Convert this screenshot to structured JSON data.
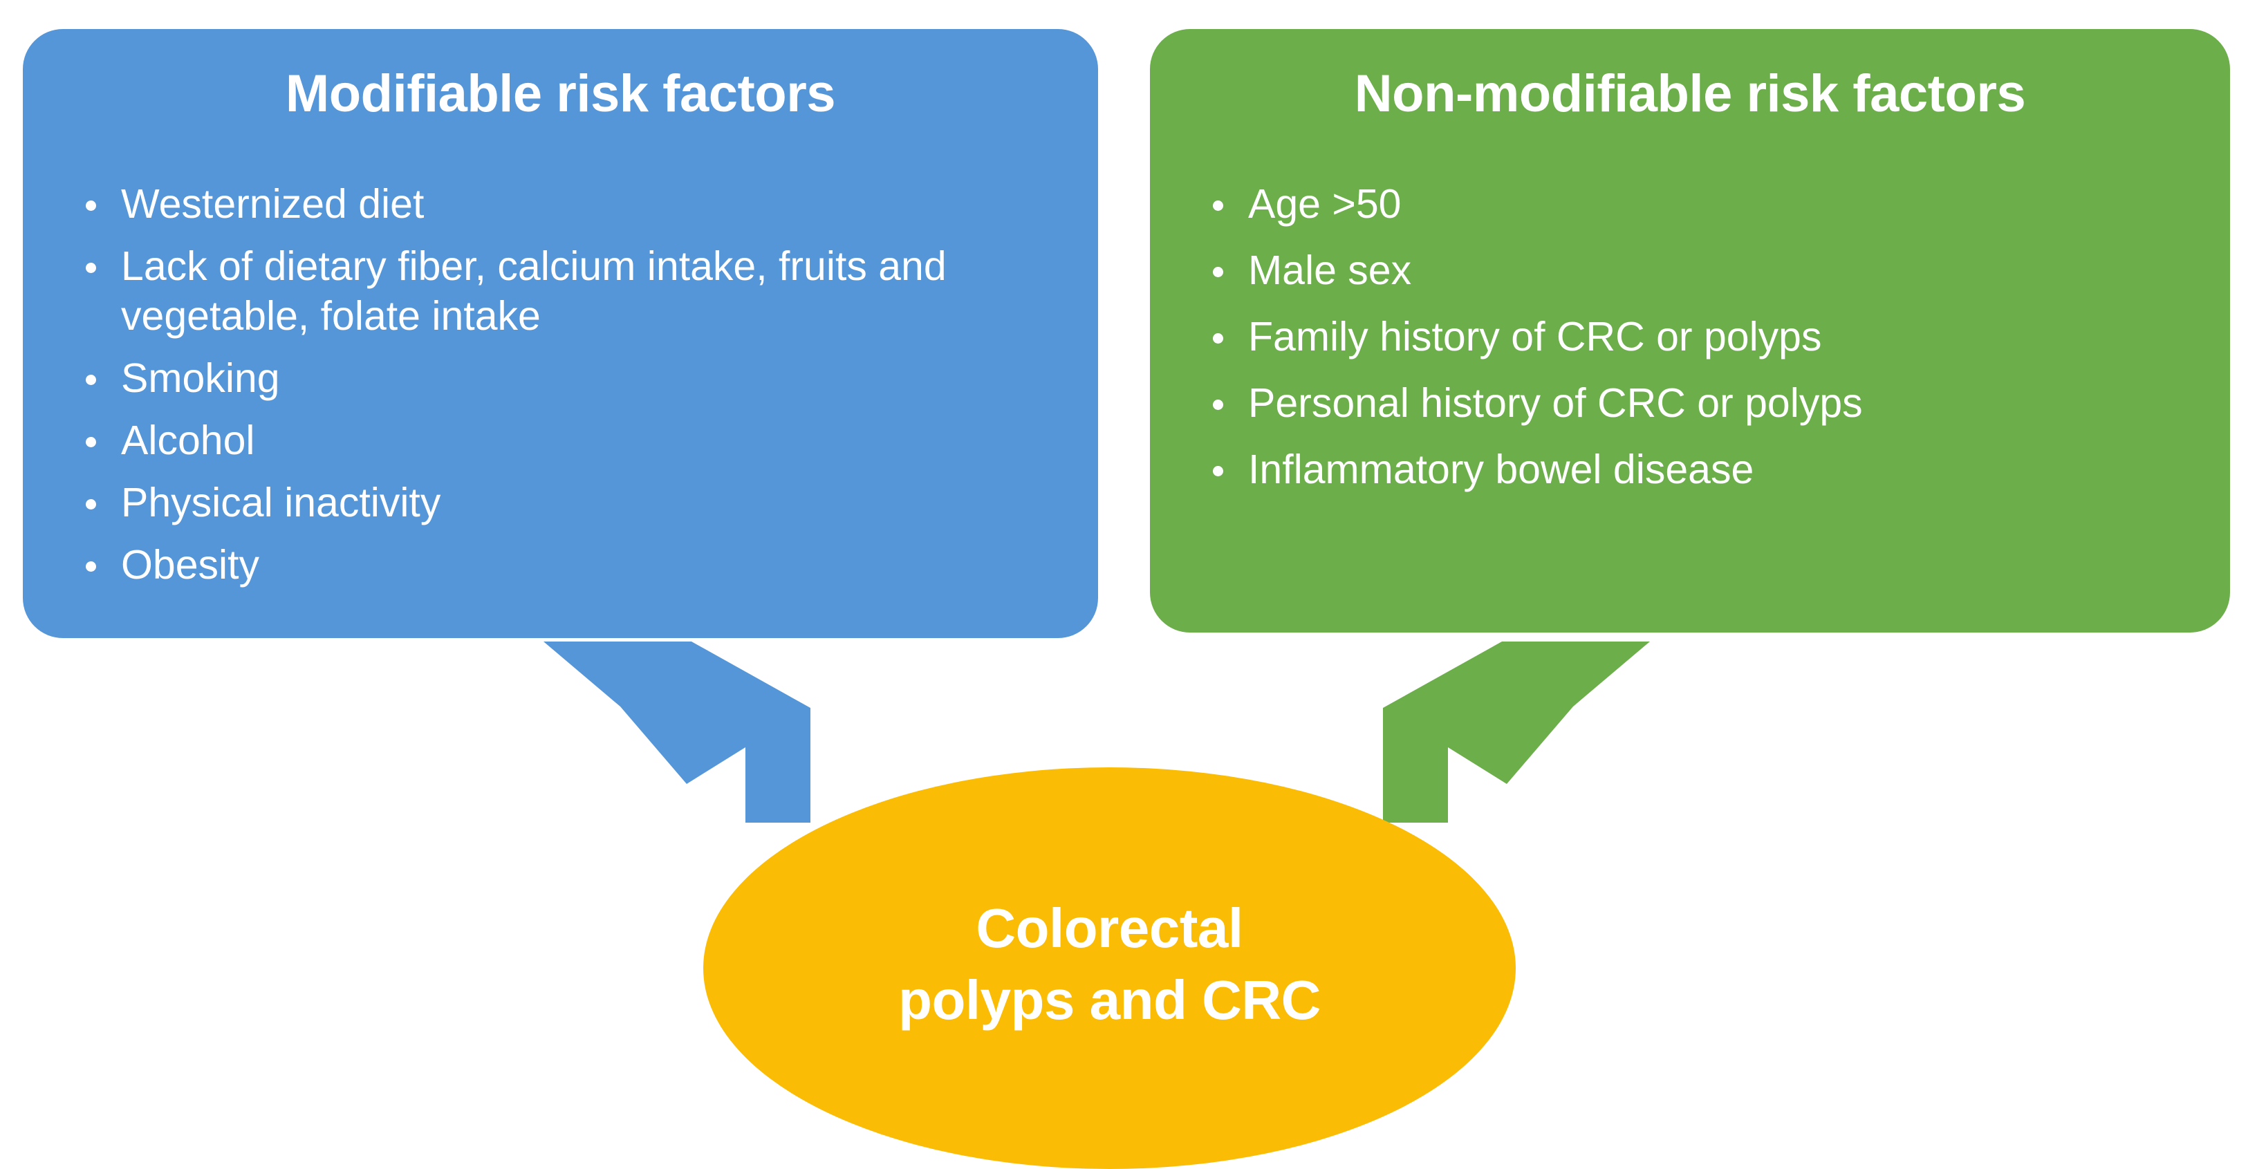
{
  "diagram": {
    "colors": {
      "modifiable_panel": "#5596D8",
      "nonmodifiable_panel": "#6CAE4A",
      "outcome_ellipse": "#FBBC05",
      "text": "#FFFFFF",
      "background": "#FFFFFF"
    },
    "panels": [
      {
        "id": "modifiable",
        "title": "Modifiable risk factors",
        "color": "#5596D8",
        "bullets": [
          "Westernized diet",
          "Lack of dietary fiber, calcium intake, fruits and vegetable, folate intake",
          "Smoking",
          "Alcohol",
          "Physical inactivity",
          "Obesity"
        ]
      },
      {
        "id": "nonmodifiable",
        "title": "Non-modifiable risk factors",
        "color": "#6CAE4A",
        "bullets": [
          "Age >50",
          "Male sex",
          "Family history of CRC or polyps",
          "Personal history of CRC or polyps",
          "Inflammatory bowel disease"
        ]
      }
    ],
    "connectors": [
      {
        "id": "blue-arrow",
        "from": "modifiable",
        "to": "outcome",
        "direction": "down-right",
        "color": "#5596D8"
      },
      {
        "id": "green-arrow",
        "from": "nonmodifiable",
        "to": "outcome",
        "direction": "down-left",
        "color": "#6CAE4A"
      }
    ],
    "outcome": {
      "id": "outcome",
      "shape": "ellipse",
      "color": "#FBBC05",
      "label": "Colorectal\npolyps and CRC",
      "label_line_1": "Colorectal",
      "label_line_2": "polyps and CRC"
    }
  }
}
